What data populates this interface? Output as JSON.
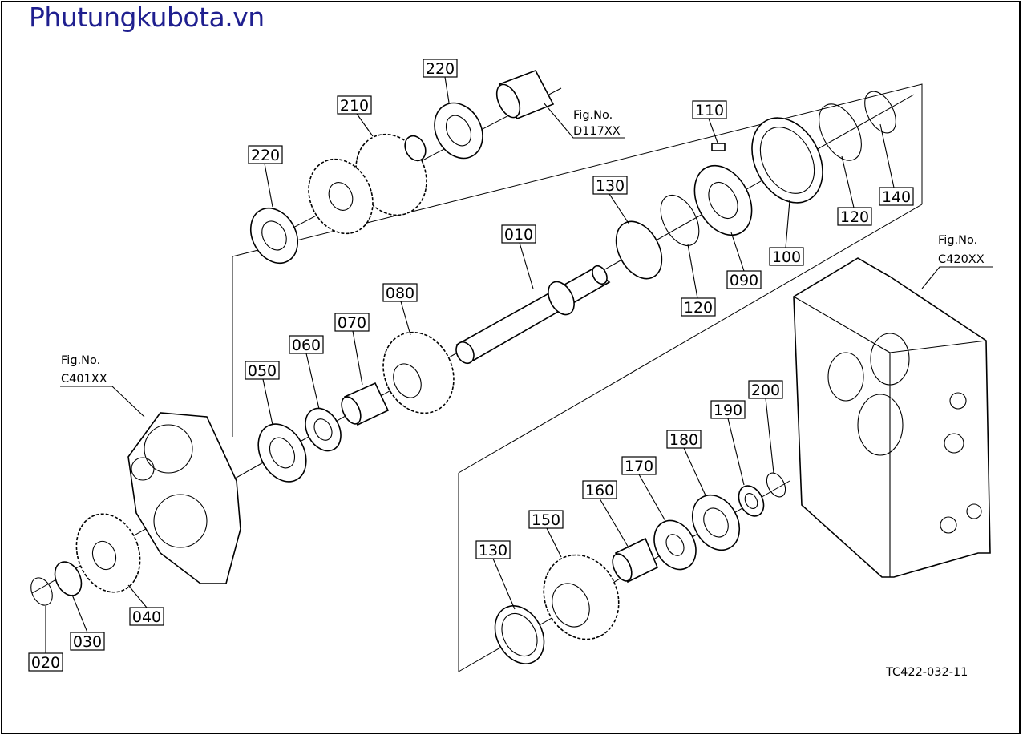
{
  "site": {
    "title": "Phutungkubota.vn"
  },
  "drawing": {
    "code": "TC422-032-11"
  },
  "figure_refs": {
    "d117": {
      "prefix": "Fig.No.",
      "code": "D117XX"
    },
    "c420": {
      "prefix": "Fig.No.",
      "code": "C420XX"
    },
    "c401": {
      "prefix": "Fig.No.",
      "code": "C401XX"
    }
  },
  "callouts": {
    "c220_top": "220",
    "c210": "210",
    "c220_left": "220",
    "c110": "110",
    "c130_top": "130",
    "c010": "010",
    "c140": "140",
    "c120_right": "120",
    "c100": "100",
    "c090": "090",
    "c120_mid": "120",
    "c080": "080",
    "c070": "070",
    "c060": "060",
    "c050": "050",
    "c200": "200",
    "c190": "190",
    "c180": "180",
    "c170": "170",
    "c160": "160",
    "c150": "150",
    "c130_bottom": "130",
    "c040": "040",
    "c030": "030",
    "c020": "020"
  }
}
